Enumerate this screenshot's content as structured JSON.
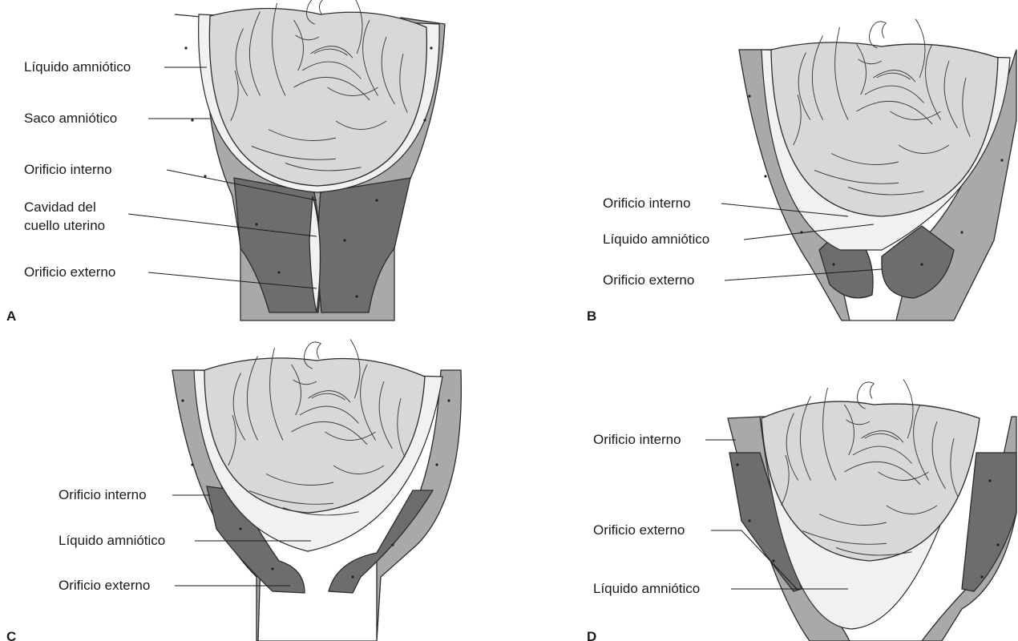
{
  "panels": {
    "a": {
      "letter": "A",
      "labels": {
        "liquido": "Líquido amniótico",
        "saco": "Saco amniótico",
        "interno": "Orificio interno",
        "cavidad_1": "Cavidad del",
        "cavidad_2": "cuello uterino",
        "externo": "Orificio externo"
      }
    },
    "b": {
      "letter": "B",
      "labels": {
        "interno": "Orificio interno",
        "liquido": "Líquido amniótico",
        "externo": "Orificio externo"
      }
    },
    "c": {
      "letter": "C",
      "labels": {
        "interno": "Orificio interno",
        "liquido": "Líquido amniótico",
        "externo": "Orificio externo"
      }
    },
    "d": {
      "letter": "D",
      "labels": {
        "interno": "Orificio interno",
        "externo": "Orificio externo",
        "liquido": "Líquido amniótico"
      }
    }
  },
  "colors": {
    "uterine_wall": "#a9a9a9",
    "cervix": "#6d6d6d",
    "amniotic_fluid": "#f1f1f1",
    "fetal_head": "#d8d8d8"
  }
}
